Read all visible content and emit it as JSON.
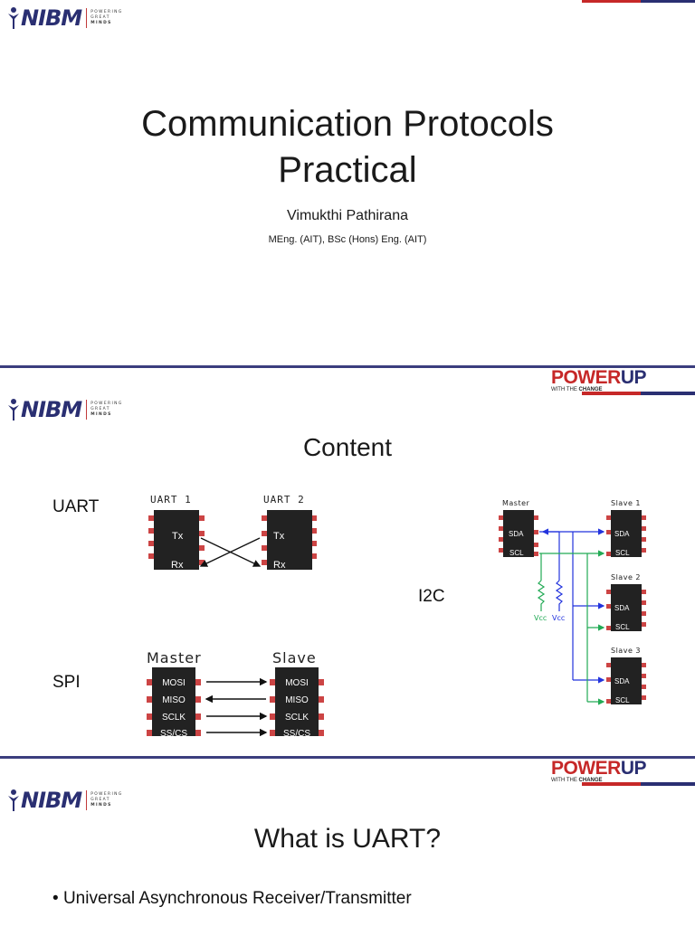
{
  "logo": {
    "wordmark": "NIBM",
    "tagline": [
      "POWERING",
      "GREAT",
      "MINDS"
    ]
  },
  "powerup": {
    "word_a": "POWER",
    "word_b": "UP",
    "sub_a": "WITH THE ",
    "sub_b": "CHANGE"
  },
  "colors": {
    "navy": "#2a2f72",
    "red": "#c62828",
    "rule": "#3b3e7e",
    "blue": "#2233dd",
    "green": "#22aa55"
  },
  "slide1": {
    "title_line1": "Communication Protocols",
    "title_line2": "Practical",
    "author": "Vimukthi Pathirana",
    "credentials": "MEng. (AIT), BSc (Hons) Eng. (AIT)"
  },
  "slide2": {
    "title": "Content",
    "labels": {
      "uart": "UART",
      "spi": "SPI",
      "i2c": "I2C"
    },
    "uart_diagram": {
      "chip1": "UART 1",
      "chip2": "UART 2",
      "tx": "Tx",
      "rx": "Rx"
    },
    "spi_diagram": {
      "master": "Master",
      "slave": "Slave",
      "pins": [
        "MOSI",
        "MISO",
        "SCLK",
        "SS/CS"
      ]
    },
    "i2c_diagram": {
      "master": "Master",
      "slaves": [
        "Slave 1",
        "Slave 2",
        "Slave 3"
      ],
      "sda": "SDA",
      "scl": "SCL",
      "vcc": "Vcc"
    }
  },
  "slide3": {
    "title": "What is UART?",
    "bullets": [
      "Universal Asynchronous Receiver/Transmitter"
    ]
  }
}
